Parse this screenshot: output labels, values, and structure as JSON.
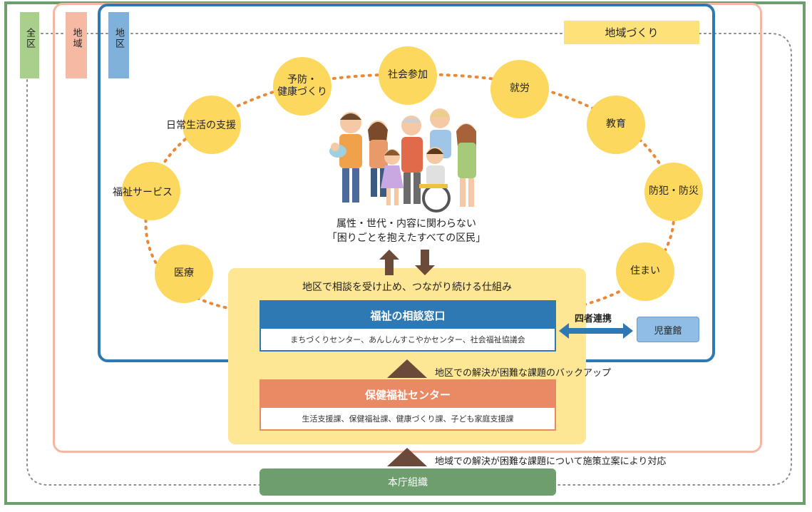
{
  "labels": {
    "zenku": "全区",
    "chiiki": "地域",
    "chiku": "地区"
  },
  "chiiki_zukuri": "地域づくり",
  "circles": {
    "yobou": "予防・\n健康づくり",
    "shakai": "社会参加",
    "shuro": "就労",
    "kyoiku": "教育",
    "bohan": "防犯・防災",
    "sumai": "住まい",
    "iryo": "医療",
    "fukushi": "福祉サービス",
    "nichijo": "日常生活の支援"
  },
  "people_caption_1": "属性・世代・内容に関わらない",
  "people_caption_2": "「困りごとを抱えたすべての区民」",
  "panel_title": "地区で相談を受け止め、つながり続ける仕組み",
  "fukushi_window": {
    "title": "福祉の相談窓口",
    "body": "まちづくりセンター、あんしんすこやかセンター、社会福祉協議会"
  },
  "yonsha": "四者連携",
  "jidokan": "児童館",
  "backup_text": "地区での解決が困難な課題のバックアップ",
  "hoken_center": {
    "title": "保健福祉センター",
    "body": "生活支援課、保健福祉課、健康づくり課、子ども家庭支援課"
  },
  "honcho_text": "地域での解決が困難な課題について施策立案により対応",
  "honcho": "本庁組織",
  "colors": {
    "green": "#6e9e6e",
    "pink": "#f3b9a4",
    "blue": "#2e79b4",
    "yellow": "#fcd85e",
    "orange_dots": "#e8893a",
    "salmon": "#e98a64"
  }
}
